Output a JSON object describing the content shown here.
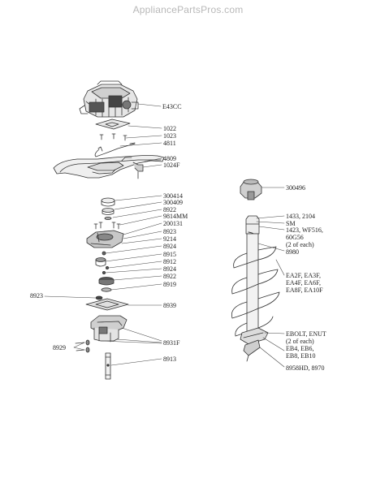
{
  "header": {
    "site": "AppliancePartsPros.com"
  },
  "left_parts": {
    "engine": "E43CC",
    "gasket": "1022",
    "screws": "1023",
    "throttle_cable": "4811",
    "handle": "4809",
    "handle_grip": "1024F",
    "cap_a": "300414",
    "cap_b": "300409",
    "washer_a": "8922",
    "bolt_set": "9814MM",
    "clutch": "200131",
    "washer_b": "8923",
    "gear_a": "9214",
    "bearing_a": "8924",
    "gear_b": "8915",
    "pin_a": "8912",
    "bearing_b": "8924",
    "washer_c": "8922",
    "gear_c": "8919",
    "side_washer": "8923",
    "housing_cover": "8939",
    "gearbox": "8931F",
    "side_pins": "8929",
    "output_shaft": "8913"
  },
  "right_parts": {
    "adapter": "300496",
    "auger_top_a": "1433, 2104",
    "auger_top_b": "SM",
    "auger_top_c": "1423, WF516,",
    "auger_top_d": "60G56",
    "auger_top_e": "(2 of each)",
    "spring": "8980",
    "flight_a": "EA2F, EA3F,",
    "flight_b": "EA4F, EA6F,",
    "flight_c": "EA8F, EA10F",
    "blade_a": "EBOLT, ENUT",
    "blade_b": "(2 of each)",
    "blade_c": "EB4, EB6,",
    "blade_d": "EB8, EB10",
    "point": "8958HD, 8970"
  }
}
